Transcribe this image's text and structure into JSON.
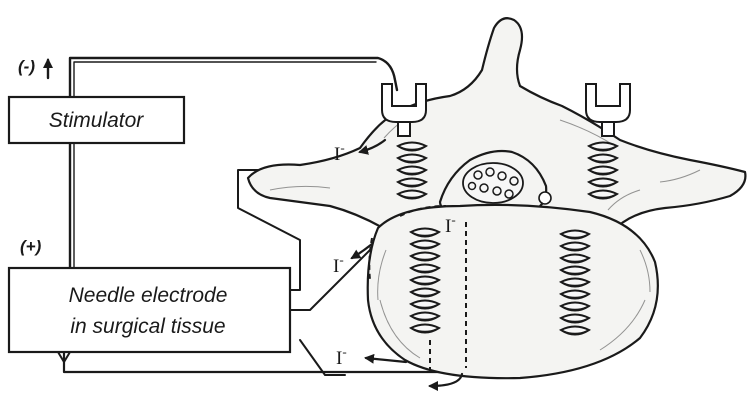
{
  "labels": {
    "stimulator": "Stimulator",
    "electrode_line1": "Needle electrode",
    "electrode_line2": "in surgical tissue",
    "negative": "(-)",
    "positive": "(+)"
  },
  "currents": [
    {
      "main": "I",
      "sup": "-"
    },
    {
      "main": "I",
      "sup": "-"
    },
    {
      "main": "I",
      "sup": "-"
    },
    {
      "main": "I",
      "sup": "-"
    }
  ]
}
